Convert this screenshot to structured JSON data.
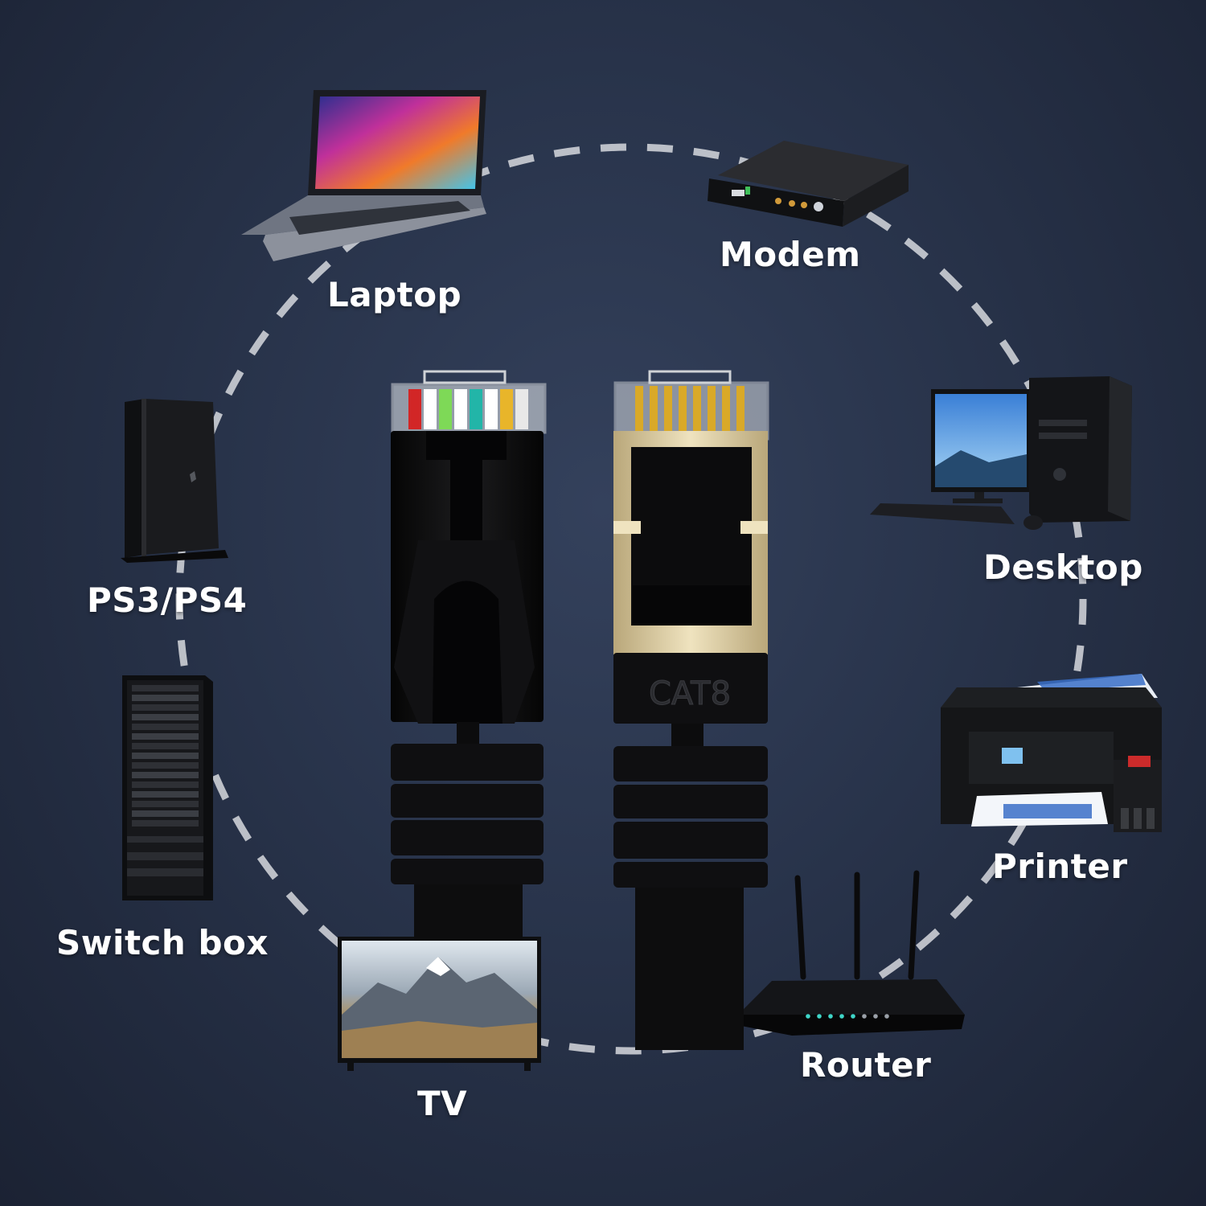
{
  "colors": {
    "background": "#28334a",
    "ring": "#c9ccd3",
    "cable": "#0d0d0e",
    "shield_gold": "#d6c9a4",
    "label_text": "#ffffff"
  },
  "devices": {
    "laptop": "Laptop",
    "modem": "Modem",
    "desktop": "Desktop",
    "ps": "PS3/PS4",
    "printer": "Printer",
    "switch_box": "Switch box",
    "router": "Router",
    "tv": "TV"
  },
  "cable": {
    "right_plug_marking": "CAT8"
  },
  "icons": [
    "laptop-icon",
    "modem-icon",
    "desktop-icon",
    "console-icon",
    "printer-icon",
    "switch-box-icon",
    "router-icon",
    "tv-icon"
  ]
}
